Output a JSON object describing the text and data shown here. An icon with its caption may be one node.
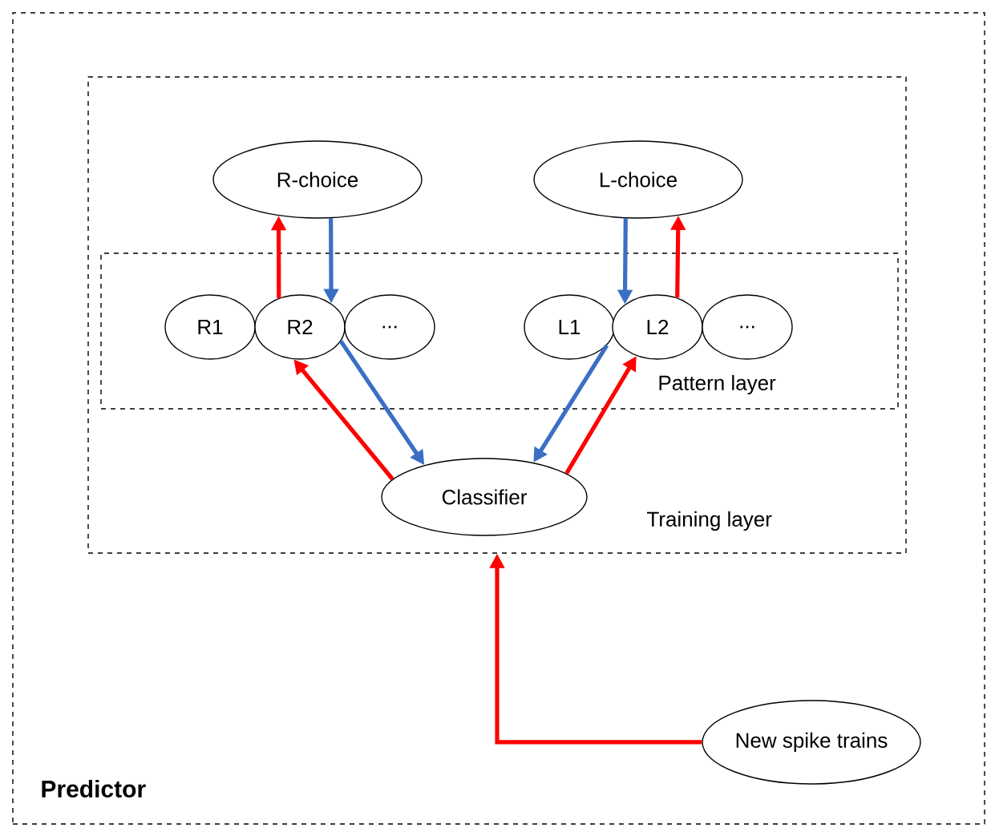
{
  "diagram": {
    "nodes": [
      {
        "text": [
          "Predictor"
        ]
      },
      {
        "text": [
          "Training layer"
        ],
        "in": 0
      },
      {
        "text": [
          "Pattern layer"
        ],
        "in": 1
      },
      {
        "text": [
          "R-choice"
        ],
        "in": 1
      },
      {
        "text": [
          "L-choice"
        ],
        "in": 1
      },
      {
        "text": [
          "R1"
        ],
        "in": 2
      },
      {
        "text": [
          "R2"
        ],
        "in": 2
      },
      {
        "text": [
          "..."
        ],
        "in": 2
      },
      {
        "text": [
          "L1"
        ],
        "in": 2
      },
      {
        "text": [
          "L2"
        ],
        "in": 2
      },
      {
        "text": [
          "..."
        ],
        "in": 2
      },
      {
        "text": [
          "Classifier"
        ],
        "in": 1
      },
      {
        "text": [
          "New spike trains"
        ],
        "in": 0
      }
    ],
    "edges": [
      {
        "from": 6,
        "to": 3,
        "arrow": "to"
      },
      {
        "from": 3,
        "to": 6,
        "arrow": "to",
        "color": "#3a6fc4"
      },
      {
        "from": 4,
        "to": 9,
        "arrow": "to",
        "color": "#3a6fc4"
      },
      {
        "from": 9,
        "to": 4,
        "arrow": "to"
      },
      {
        "from": 11,
        "to": 6,
        "arrow": "to"
      },
      {
        "from": 6,
        "to": 11,
        "arrow": "to",
        "color": "#3a6fc4"
      },
      {
        "from": 8,
        "to": 11,
        "arrow": "to",
        "color": "#3a6fc4"
      },
      {
        "from": 11,
        "to": 9,
        "arrow": "to"
      },
      {
        "from": 12,
        "to": 1,
        "arrow": "to"
      }
    ]
  }
}
